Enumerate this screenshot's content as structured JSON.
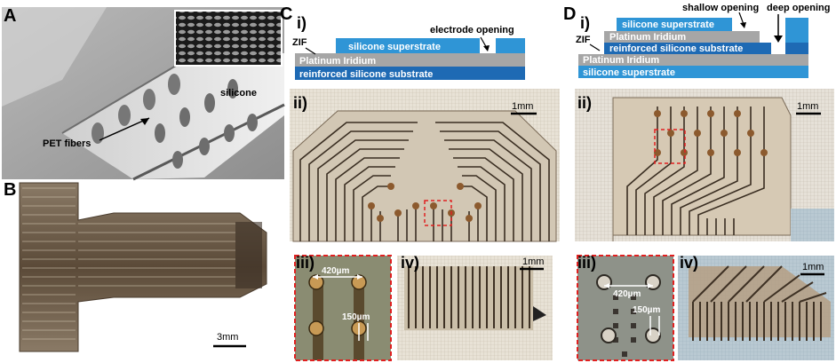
{
  "panels": {
    "A": {
      "letter": "A",
      "silicone_label": "silicone",
      "pet_label": "PET fibers"
    },
    "B": {
      "letter": "B",
      "scalebar": "3mm"
    },
    "C": {
      "letter": "C",
      "sub_i": "i)",
      "sub_ii": "ii)",
      "sub_iii": "iii)",
      "sub_iv": "iv)",
      "zif": "ZIF",
      "electrode_opening": "electrode opening",
      "layer_superstrate": "silicone superstrate",
      "layer_metal": "Platinum Iridium",
      "layer_substrate": "reinforced silicone substrate",
      "scalebar_ii": "1mm",
      "scalebar_iv": "1mm",
      "dim_420": "420µm",
      "dim_150": "150µm"
    },
    "D": {
      "letter": "D",
      "sub_i": "i)",
      "sub_ii": "ii)",
      "sub_iii": "iii)",
      "sub_iv": "iv)",
      "zif": "ZIF",
      "shallow_opening": "shallow opening",
      "deep_opening": "deep opening",
      "layer_superstrate_top": "silicone superstrate",
      "layer_metal_top": "Platinum Iridium",
      "layer_substrate": "reinforced silicone substrate",
      "layer_metal_bottom": "Platinum Iridium",
      "layer_superstrate_bottom": "silicone superstrate",
      "scalebar_ii": "1mm",
      "scalebar_iv": "1mm",
      "dim_420": "420µm",
      "dim_150": "150µm"
    }
  },
  "colors": {
    "superstrate": "#2f95d6",
    "metal": "#a6a6a6",
    "substrate": "#1e6ab4",
    "highlight_box": "#e02020"
  }
}
